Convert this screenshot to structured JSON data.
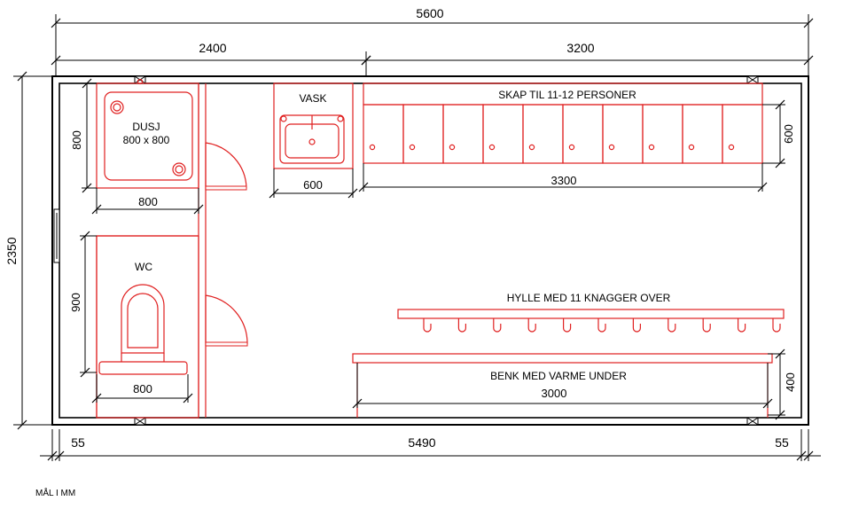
{
  "dimensions": {
    "total_width": "5600",
    "left_section": "2400",
    "right_section": "3200",
    "height": "2350",
    "wall_left": "55",
    "interior": "5490",
    "wall_right": "55",
    "shower_height": "800",
    "shower_width": "800",
    "sink_width": "600",
    "lockers_width": "3300",
    "lockers_depth": "600",
    "wc_height": "900",
    "wc_width": "800",
    "bench_width": "3000",
    "bench_depth": "400"
  },
  "labels": {
    "shower": "DUSJ",
    "shower_size": "800 x 800",
    "sink": "VASK",
    "lockers": "SKAP TIL 11-12 PERSONER",
    "wc": "WC",
    "shelf": "HYLLE MED 11 KNAGGER OVER",
    "bench": "BENK MED VARME UNDER",
    "note": "MÅL I MM"
  },
  "colors": {
    "fixtures": "#e02020",
    "lines": "#000000"
  },
  "counts": {
    "lockers": 10,
    "hooks": 11
  }
}
